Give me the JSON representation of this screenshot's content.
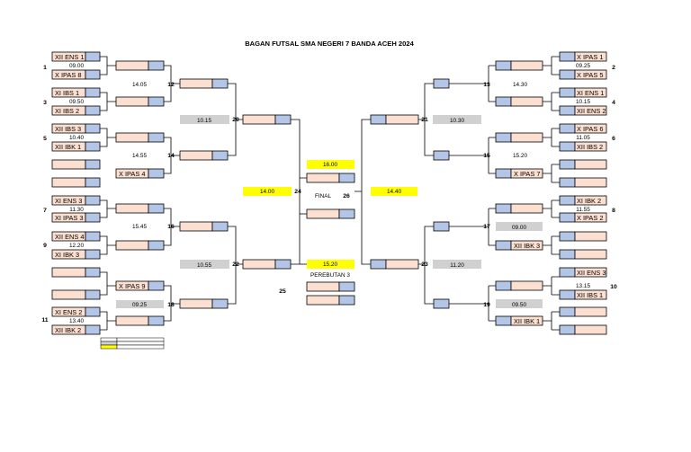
{
  "title": "BAGAN FUTSAL SMA NEGERI 7 BANDA ACEH 2024",
  "colors": {
    "name_cell": "#fbe0d2",
    "score_cell": "#b4c6e7",
    "gray_time": "#d0d0d0",
    "yellow_time": "#ffff00"
  },
  "left": {
    "r1": [
      {
        "no": "1",
        "top": "XII ENS 1",
        "bottom": "X IPAS 8",
        "time": "09.00"
      },
      {
        "no": "3",
        "top": "XI IBS 1",
        "bottom": "XI IBS 2",
        "time": "09.50"
      },
      {
        "no": "5",
        "top": "XII IBS 3",
        "bottom": "XII IBK 1",
        "time": "10.40"
      },
      {
        "no": "7",
        "top": "XI ENS 3",
        "bottom": "XI IPAS 3",
        "time": "11.30"
      },
      {
        "no": "9",
        "top": "XII ENS 4",
        "bottom": "XI IBK 3",
        "time": "12.20"
      },
      {
        "no": "11",
        "top": "XI ENS 2",
        "bottom": "XII IBK 2",
        "time": "13.40"
      }
    ],
    "bye_teams": [
      "X IPAS 4",
      "X IPAS 9"
    ],
    "r2": [
      {
        "no": "12",
        "time": "14.05"
      },
      {
        "no": "14",
        "time": "14.55"
      },
      {
        "no": "16",
        "time": "15.45"
      },
      {
        "no": "18",
        "time": "09.25"
      }
    ],
    "r3": [
      {
        "no": "20",
        "time": "10.15"
      },
      {
        "no": "22",
        "time": "10.55"
      }
    ],
    "semi": {
      "no": "24",
      "time": "14.00"
    }
  },
  "right": {
    "r1": [
      {
        "no": "2",
        "top": "X IPAS 1",
        "bottom": "X IPAS 5",
        "time": "09.25"
      },
      {
        "no": "4",
        "top": "XI ENS 1",
        "bottom": "XII ENS 2",
        "time": "10.15"
      },
      {
        "no": "6",
        "top": "X IPAS 6",
        "bottom": "XII IBS 2",
        "time": "11.05"
      },
      {
        "no": "8",
        "top": "XI IBK 2",
        "bottom": "X IPAS 2",
        "time": "11.55"
      },
      {
        "no": "10",
        "top": "XII ENS 3",
        "bottom": "XII IBS 1",
        "time": "13.15"
      }
    ],
    "bye_teams": [
      "X IPAS 7",
      "XII IBK 3",
      "XII IBK 1"
    ],
    "r2": [
      {
        "no": "13",
        "time": "14.30"
      },
      {
        "no": "15",
        "time": "15.20"
      },
      {
        "no": "17",
        "time": "09.00"
      },
      {
        "no": "19",
        "time": "09.50"
      }
    ],
    "r3": [
      {
        "no": "21",
        "time": "10.30"
      },
      {
        "no": "23",
        "time": "11.20"
      }
    ],
    "semi": {
      "no": "",
      "time": "14.40"
    }
  },
  "final": {
    "label": "FINAL",
    "no": "26",
    "time": "16.00"
  },
  "third": {
    "label": "PEREBUTAN 3",
    "no": "25",
    "time": "15.20"
  }
}
